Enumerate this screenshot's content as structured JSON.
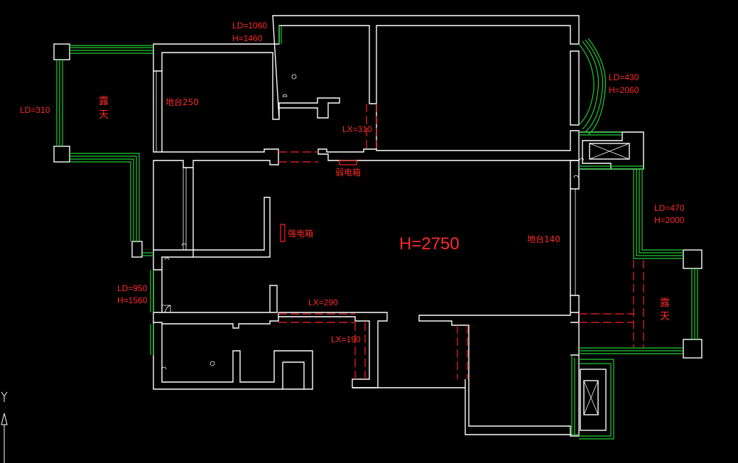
{
  "labels": {
    "ld_1060": "LD=1060",
    "h_1460": "H=1460",
    "ld_310": "LD=310",
    "ld_430": "LD=430",
    "h_2060": "H=2060",
    "ld_470": "LD=470",
    "h_2000": "H=2000",
    "ld_950": "LD=950",
    "h_1560": "H=1560",
    "lx_310": "LX=310",
    "lx_290": "LX=290",
    "lx_190": "LX=190",
    "ceiling_height": "H=2750",
    "ditai_250": "地台250",
    "ditai_140": "地台140",
    "weak_box": "弱电箱",
    "strong_box": "强电箱",
    "outdoor_left_1": "露",
    "outdoor_left_2": "天",
    "outdoor_right_1": "露",
    "outdoor_right_2": "天"
  },
  "colors": {
    "background": "#000000",
    "walls": "#ffffff",
    "windows": "#22cc33",
    "annotations": "#ff2a2a"
  }
}
